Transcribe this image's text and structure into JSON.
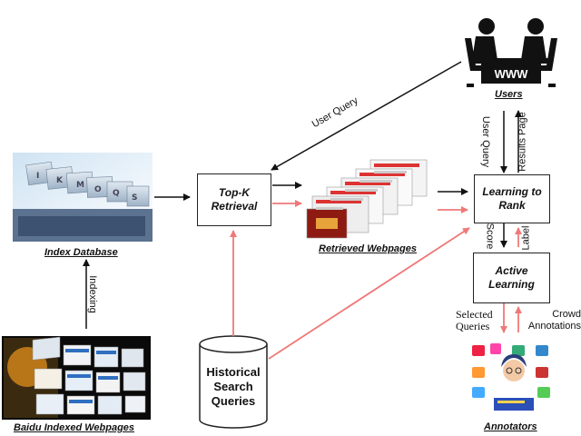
{
  "nodes": {
    "topk": "Top-K Retrieval",
    "ltr": "Learning to Rank",
    "active": "Active Learning",
    "historical": "Historical Search Queries"
  },
  "captions": {
    "index_db": "Index Database",
    "retrieved": "Retrieved Webpages",
    "baidu": "Baidu Indexed Webpages",
    "users": "Users",
    "annotators": "Annotators"
  },
  "edges": {
    "user_query_diag": "User Query",
    "user_query_vert": "User Query",
    "results_page": "Results Page",
    "indexing": "Indexing",
    "score": "Score",
    "label": "Label",
    "selected_queries": "Selected Queries",
    "crowd_annotations": "Crowd Annotations"
  },
  "icons": {
    "users": "two-users-at-www-desk-icon",
    "index_db": "index-card-drawer-icon",
    "retrieved": "stacked-webpages-icon",
    "baidu": "webpage-wall-collage-icon",
    "annotators": "annotator-with-images-icon",
    "historical": "database-cylinder-icon"
  },
  "colors": {
    "black_arrow": "#111111",
    "red_arrow": "#f07878"
  },
  "misc": {
    "desk_text": "WWW"
  }
}
